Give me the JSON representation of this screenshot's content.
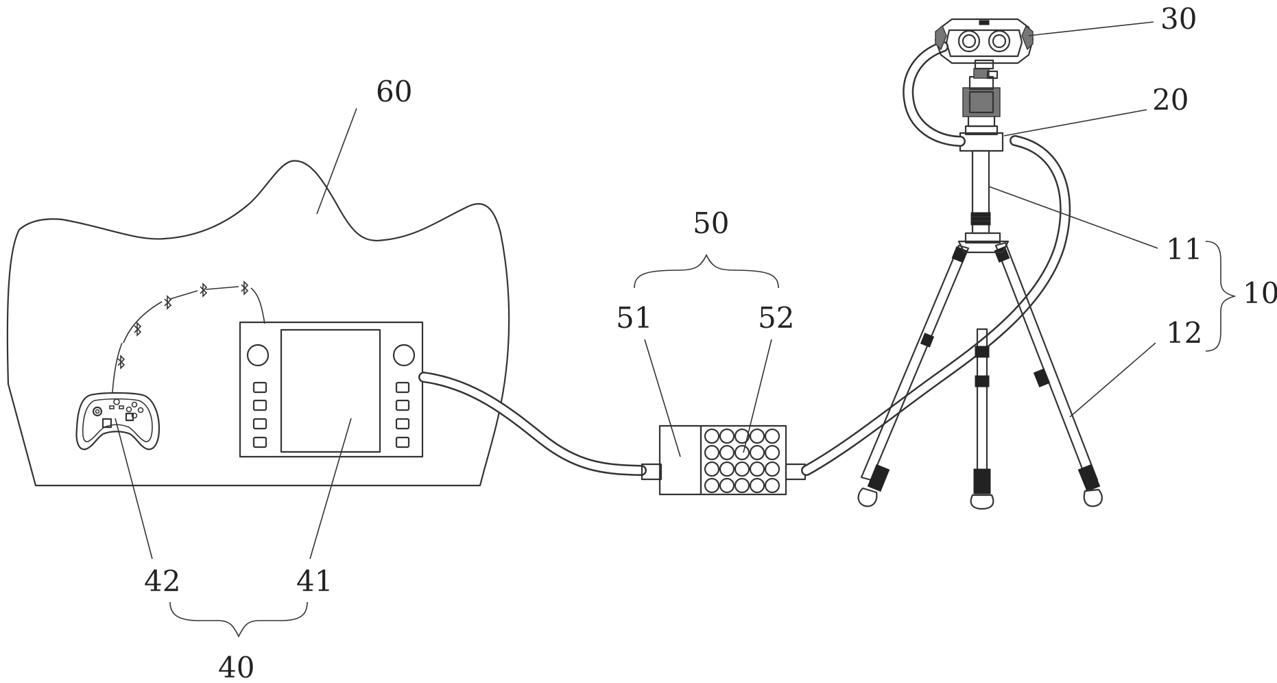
{
  "labels": {
    "l10": "10",
    "l11": "11",
    "l12": "12",
    "l20": "20",
    "l30": "30",
    "l40": "40",
    "l41": "41",
    "l42": "42",
    "l50": "50",
    "l51": "51",
    "l52": "52",
    "l60": "60"
  },
  "colors": {
    "ink": "#333333",
    "background": "#ffffff"
  }
}
